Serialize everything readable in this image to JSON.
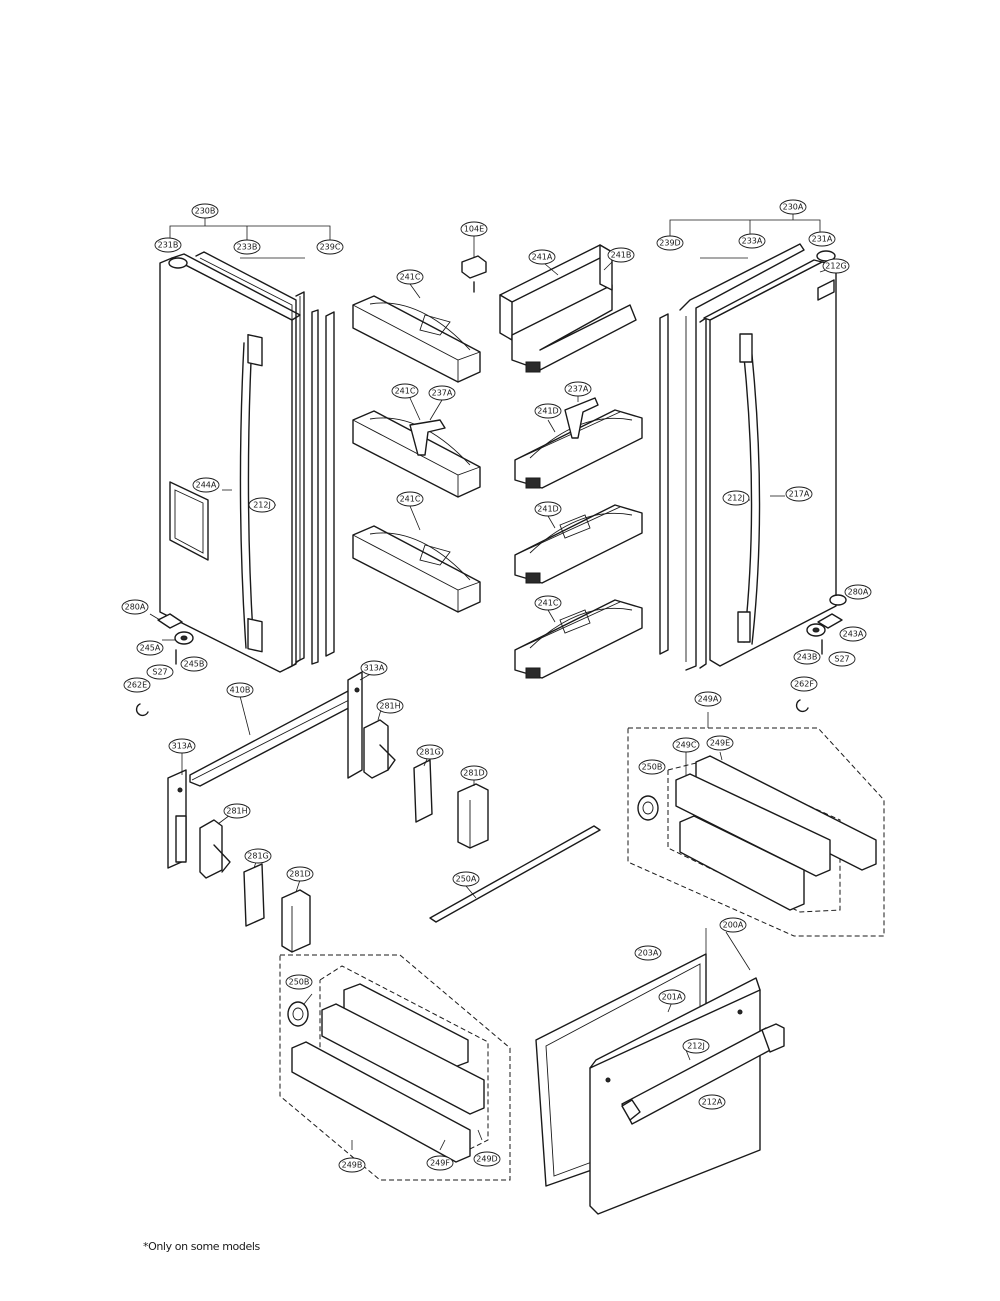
{
  "footnote": "*Only on some models",
  "labels": {
    "c230B": "230B",
    "c231B": "231B",
    "c233B": "233B",
    "c239C": "239C",
    "c104E": "104E",
    "c241A": "241A",
    "c241B": "241B",
    "c241C_1": "241C",
    "c241C_2": "241C",
    "c241C_3": "241C",
    "c241C_4": "241C",
    "c237A_1": "237A",
    "c237A_2": "237A",
    "c241D_1": "241D",
    "c241D_2": "241D",
    "c230A": "230A",
    "c239D": "239D",
    "c233A": "233A",
    "c231A": "231A",
    "c212G": "212G",
    "c244A": "244A",
    "c212J_1": "212J",
    "c212J_2": "212J",
    "c217A": "217A",
    "c280A_1": "280A",
    "c245A": "245A",
    "c245B": "245B",
    "cS27_1": "S27",
    "c262E": "262E",
    "c280A_2": "280A",
    "c243A": "243A",
    "c243B": "243B",
    "cS27_2": "S27",
    "c262F": "262F",
    "c313A_1": "313A",
    "c410B": "410B",
    "c313A_2": "313A",
    "c281H_1": "281H",
    "c281H_2": "281H",
    "c281G_1": "281G",
    "c281D_1": "281D",
    "c281G_2": "281G",
    "c281D_2": "281D",
    "c249A": "249A",
    "c249C": "249C",
    "c249E": "249E",
    "c250B_1": "250B",
    "c250A": "250A",
    "c200A": "200A",
    "c203A": "203A",
    "c201A": "201A",
    "c212J_3": "212J",
    "c212A": "212A",
    "c250B_2": "250B",
    "c249B": "249B",
    "c249F": "249F",
    "c249D": "249D"
  }
}
